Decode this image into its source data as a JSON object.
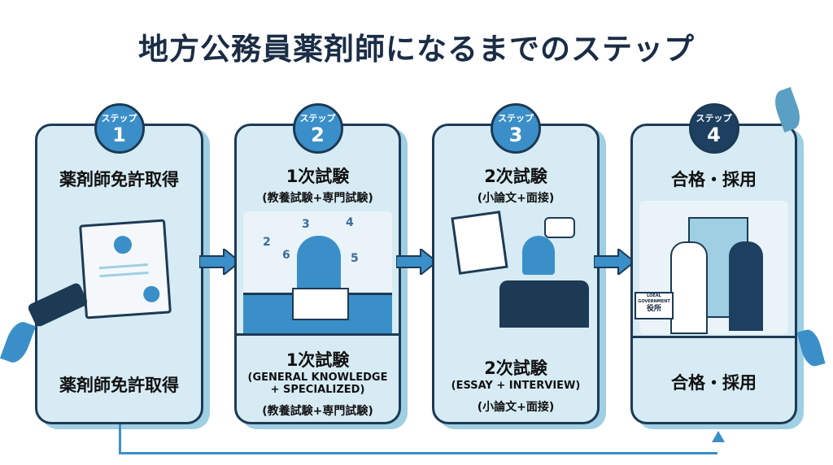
{
  "title": "地方公務員薬剤師になるまでのステップ",
  "steps": [
    {
      "badge_label": "ステップ",
      "badge_number": "1",
      "heading": "薬剤師免許取得",
      "bottom_heading": "薬剤師免許取得",
      "color": "#3b8fc9"
    },
    {
      "badge_label": "ステップ",
      "badge_number": "2",
      "heading": "1次試験",
      "subheading": "(教養試験+専門試験)",
      "bottom_heading": "1次試験",
      "bottom_en": "(GENERAL KNOWLEDGE + SPECIALIZED)",
      "bottom_jp": "(教養試験+専門試験)",
      "decor_numbers": [
        "2",
        "3",
        "4",
        "5",
        "6"
      ],
      "color": "#3b8fc9"
    },
    {
      "badge_label": "ステップ",
      "badge_number": "3",
      "heading": "2次試験",
      "subheading": "(小論文+面接)",
      "bottom_heading": "2次試験",
      "bottom_en": "(ESSAY + INTERVIEW)",
      "bottom_jp": "(小論文+面接)",
      "color": "#3b8fc9"
    },
    {
      "badge_label": "ステップ",
      "badge_number": "4",
      "heading": "合格・採用",
      "bottom_heading": "合格・採用",
      "sign_text": "LOEAL GOVERNMENT",
      "sign_jp": "役所",
      "color": "#1d4060"
    }
  ]
}
